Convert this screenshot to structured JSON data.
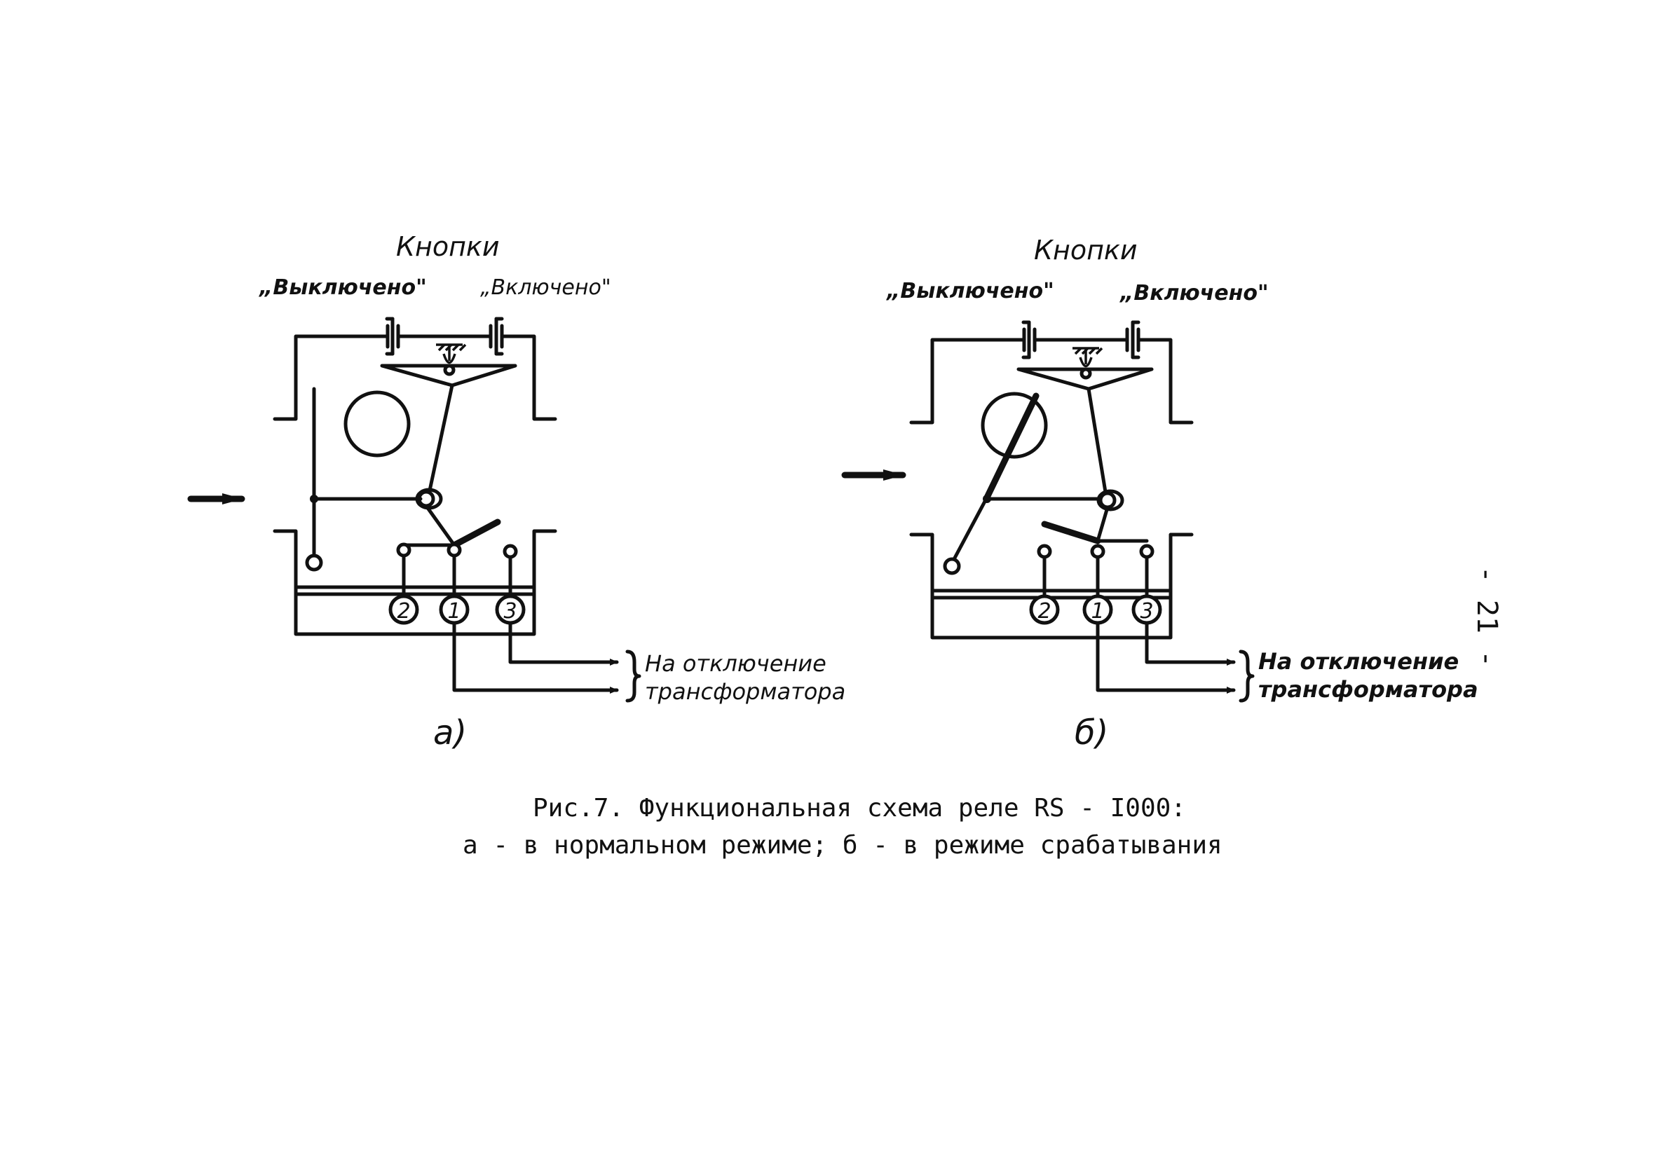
{
  "diagram_a": {
    "title": "Кнопки",
    "button_off": "„Выключено\"",
    "button_on": "„Включено\"",
    "terminals": [
      "2",
      "1",
      "3"
    ],
    "output_line1": "На отключение",
    "output_line2": "трансформатора",
    "label": "а)"
  },
  "diagram_b": {
    "title": "Кнопки",
    "button_off": "„Выключено\"",
    "button_on": "„Включено\"",
    "terminals": [
      "2",
      "1",
      "3"
    ],
    "output_line1": "На отключение",
    "output_line2": "трансформатора",
    "label": "б)"
  },
  "caption": {
    "line1": "Рис.7. Функциональная схема реле RS - I000:",
    "line2": "а - в нормальном режиме; б - в режиме срабатывания"
  },
  "page_number": "- 21 -"
}
